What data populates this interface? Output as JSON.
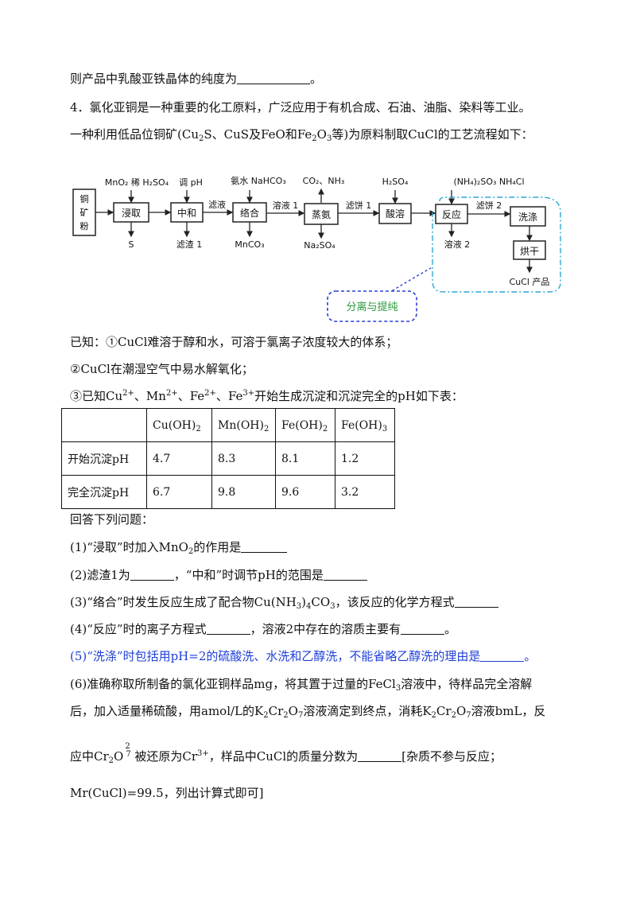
{
  "top_line": {
    "text": "则产品中乳酸亚铁晶体的纯度为",
    "end": "。"
  },
  "q4": {
    "intro_1": "4．氯化亚铜是一种重要的化工原料，广泛应用于有机合成、石油、油脂、染料等工业。",
    "intro_2": {
      "a": "一种利用低品位铜矿(Cu",
      "s1": "2",
      "b": "S、CuS及FeO和Fe",
      "s2": "2",
      "c": "O",
      "s3": "3",
      "d": "等)为原料制取CuCl的工艺流程如下："
    }
  },
  "flow": {
    "ore": [
      "铜",
      "矿",
      "粉"
    ],
    "steps": [
      "浸取",
      "中和",
      "络合",
      "蒸氨",
      "酸溶",
      "反应",
      "洗涤",
      "烘干"
    ],
    "inputs": {
      "leach": "MnO₂ 稀 H₂SO₄",
      "neutralize": "调 pH",
      "complex": "氨水 NaHCO₃",
      "distill": "CO₂、NH₃",
      "acid": "H₂SO₄",
      "react": "(NH₄)₂SO₃ NH₄Cl"
    },
    "arrows": {
      "filtrate": "滤液",
      "solution1": "溶液 1",
      "cake1": "滤饼 1",
      "cake2": "滤饼 2"
    },
    "outputs": {
      "s": "S",
      "residue1": "滤渣 1",
      "mnco3": "MnCO₃",
      "na2so4": "Na₂SO₄",
      "solution2": "溶液 2",
      "product": "CuCl 产品"
    },
    "callout": "分离与提纯",
    "colors": {
      "dash_box": "#2aa7d4",
      "callout_border": "#2b3fd0",
      "callout_text": "#2a9a3a"
    }
  },
  "known": {
    "title": "已知：",
    "item1": "①CuCl难溶于醇和水，可溶于氯离子浓度较大的体系；",
    "item2": "②CuCl在潮湿空气中易水解氧化；",
    "item3": {
      "a": "③已知Cu",
      "ions": [
        "2+",
        "2+",
        "2+",
        "3+"
      ],
      "names": [
        "Mn",
        "Fe",
        "Fe"
      ],
      "b": "开始生成沉淀和沉淀完全的pH如下表："
    }
  },
  "table": {
    "headers": [
      "",
      "Cu(OH)",
      "Mn(OH)",
      "Fe(OH)",
      "Fe(OH)"
    ],
    "header_subs": [
      "",
      "2",
      "2",
      "2",
      "3"
    ],
    "rows": [
      {
        "label": "开始沉淀pH",
        "values": [
          "4.7",
          "8.3",
          "8.1",
          "1.2"
        ]
      },
      {
        "label": "完全沉淀pH",
        "values": [
          "6.7",
          "9.8",
          "9.6",
          "3.2"
        ]
      }
    ]
  },
  "questions": {
    "lead": "回答下列问题：",
    "q1": {
      "a": "(1)“浸取”时加入MnO",
      "s": "2",
      "b": "的作用是"
    },
    "q2": {
      "a": "(2)滤渣1为",
      "b": "，“中和”时调节pH的范围是"
    },
    "q3": {
      "a": "(3)“络合”时发生反应生成了配合物Cu(NH",
      "s1": "3",
      "b": ")",
      "s2": "4",
      "c": "CO",
      "s3": "3",
      "d": "，该反应的化学方程式"
    },
    "q4": {
      "a": "(4)“反应”时的离子方程式",
      "b": "，溶液2中存在的溶质主要有",
      "c": "。"
    },
    "q5": {
      "a": "(5)“洗涤”时包括用pH=2的硫酸洗、水洗和乙醇洗，不能省略乙醇洗的理由是",
      "c": "。"
    },
    "q6_1": {
      "a": "(6)准确称取所制备的氯化亚铜样品mg，将其置于过量的FeCl",
      "s": "3",
      "b": "溶液中，待样品完全溶解"
    },
    "q6_2": {
      "a": "后，加入适量稀硫酸，用amol/L的K",
      "s1": "2",
      "b": "Cr",
      "s2": "2",
      "c": "O",
      "s3": "7",
      "d": "溶液滴定到终点，消耗K",
      "s4": "2",
      "e": "Cr",
      "s5": "2",
      "f": "O",
      "s6": "7",
      "g": "溶液bmL，反"
    },
    "q6_3": {
      "a": "应中Cr",
      "s1": "2",
      "b": "O",
      "sup": "2",
      "sub7": "7",
      "c": "被还原为Cr",
      "sup2": "3+",
      "d": "，样品中CuCl的质量分数为",
      "e": "[杂质不参与反应；"
    },
    "q6_4": "Mr(CuCl)=99.5，列出计算式即可]"
  }
}
